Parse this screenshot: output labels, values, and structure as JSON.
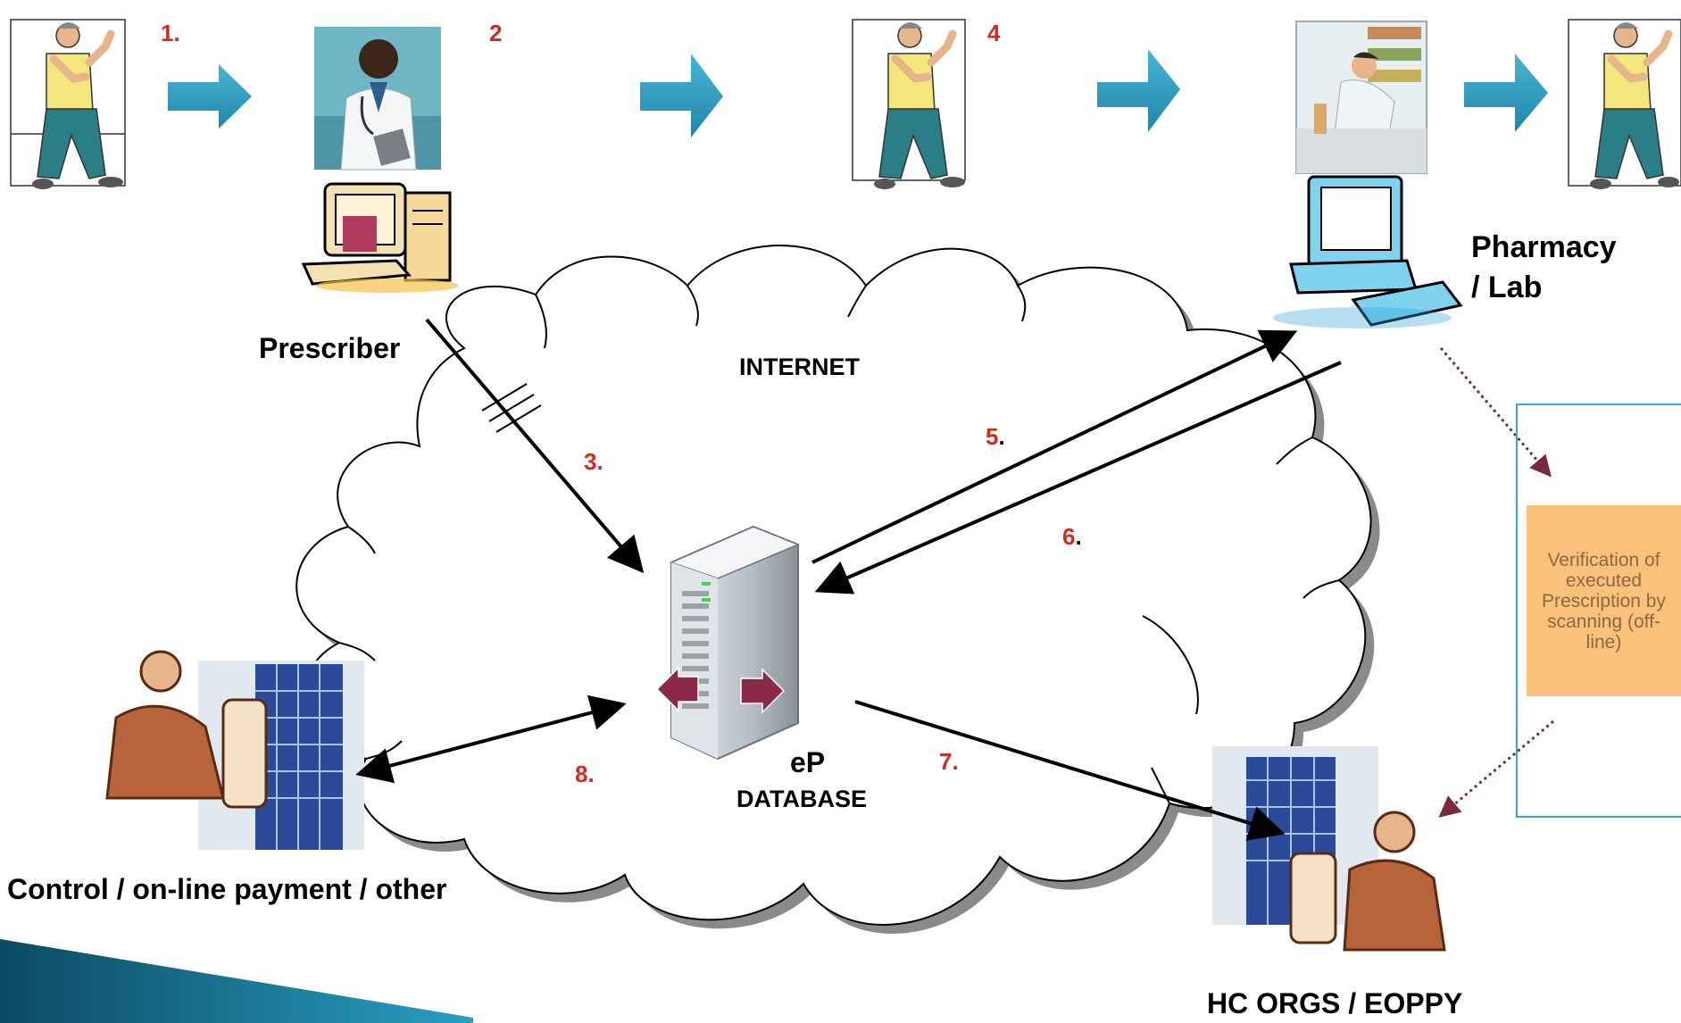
{
  "labels": {
    "prescriber": "Prescriber",
    "pharmacy_line1": "Pharmacy",
    "pharmacy_line2": "/ Lab",
    "internet": "INTERNET",
    "db_line1": "eP",
    "db_line2": "DATABASE",
    "control": "Control / on-line payment / other",
    "hc_orgs": "HC ORGS / EOPPY",
    "verification": "Verification of executed Prescription by scanning (off-line)"
  },
  "steps": {
    "s1": "1.",
    "s2": "2",
    "s3": "3.",
    "s4": "4",
    "s5": "5",
    "s6": "6",
    "s7": "7.",
    "s8": "8."
  },
  "colors": {
    "step_number": "#d42a1e",
    "flow_arrow": "#2c9dbf",
    "verification_fill": "#f9c17b",
    "verification_border": "#3aa6c8",
    "dotted_arrow": "#7a2a3e",
    "db_arrows": "#8a2a48"
  },
  "icons": [
    "patient-icon",
    "doctor-icon",
    "prescriber-computer-icon",
    "pharmacist-icon",
    "pharmacy-computer-icon",
    "server-icon",
    "office-worker-icon",
    "hc-org-worker-icon"
  ]
}
